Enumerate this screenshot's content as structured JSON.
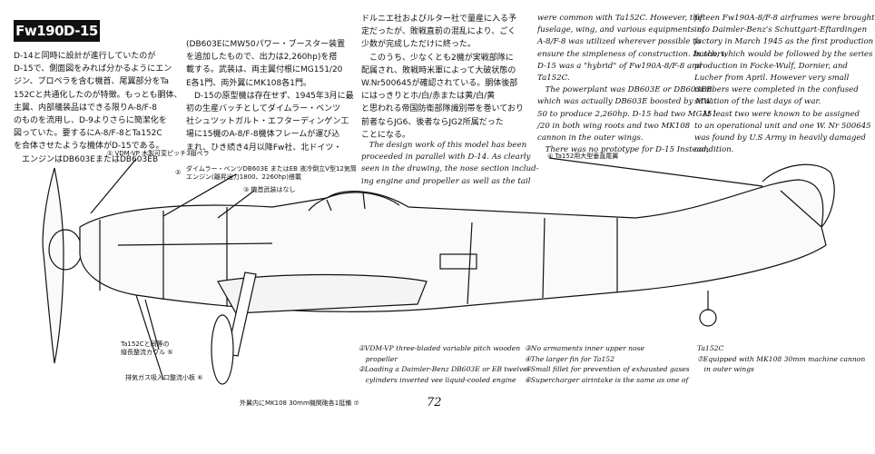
{
  "title": "Fw190D-15",
  "jp_col1": [
    "D-14と同時に設計が進行していたのが",
    "D-15で、側面図をみれば分かるようにエン",
    "ジン、プロペラを含む機首、尾翼部分をTa",
    "152Cと共通化したのが特徴。もっとも胴体、",
    "主翼、内部艤装品はできる限りA-8/F-8",
    "のものを流用し、D-9よりさらに簡潔化を",
    "図っていた。要するにA-8/F-8とTa152C",
    "を合体させたような機体がD-15である。",
    "　エンジンはDB603EまたはDB603EB"
  ],
  "jp_col2": [
    "(DB603EにMW50パワー・ブースター装置",
    "を追加したもので、出力は2,260hp)を搭",
    "載する。武装は、両主翼付根にMG151/20",
    "E各1門、両外翼にMK108各1門。",
    "　D-15の原型機は存在せず、1945年3月に最",
    "初の生産バッチとしてダイムラー・ベンツ",
    "社シュツットガルト・エフターディンゲン工",
    "場に15機のA-8/F-8機体フレームが運び込",
    "まれ、ひき続き4月以降Fw社、北ドイツ・"
  ],
  "jp_col3": [
    "ドルニエ社およびルター社で量産に入る予",
    "定だったが、敗戦直前の混乱により、ごく",
    "少数が完成しただけに終った。",
    "　このうち、少なくとも2機が実戦部隊に",
    "配属され、敗戦時米軍によって大破状態の",
    "W.Nr500645が確認されている。胴体後部",
    "にはっきりとホ/白/赤または黄/白/黄",
    "と思われる帝国防衛部隊識別帯を巻いており",
    "前者ならJG6、後者ならJG2所属だった",
    "ことになる。"
  ],
  "en_col3": [
    "　The design work of this model has been",
    "proceeded in parallel with D-14. As clearly",
    "seen in the drawing, the nose section includ-",
    "ing engine and propeller as well as the tail"
  ],
  "en_col4": [
    "were common with Ta152C. However, the",
    "fuselage, wing, and various equipments of",
    "A-8/F-8 was utilized wherever possible to",
    "ensure the simpleness of construction. In short,",
    "D-15 was a \"hybrid\" of Fw190A-8/F-8 and",
    "Ta152C.",
    "　The powerplant was DB603E or DB603EB",
    "which was actually DB603E boosted by MW",
    "50 to produce 2,260hp. D-15 had two MG151",
    "/20 in both wing roots and two MK108",
    "cannon in the outer wings.",
    "　There was no prototype for D-15 Instead,"
  ],
  "en_col5": [
    "fifteen Fw190A-8/F-8 airframes were brought",
    "into Daimler-Benz's Schuttgart-Eftardingen",
    "factory in March 1945 as the first production",
    "batch, which would be followed by the series",
    "production in Focke-Wulf, Dornier, and",
    "Lucher from April. However very small",
    "numbers were completed in the confused",
    "situation of the last days of war.",
    "　At least two were known to be assigned",
    "to an operational unit and one W. Nr 500645",
    "was found by U.S Army in heavily damaged",
    "condition."
  ],
  "callouts": {
    "c1": "① VDM-VP 木製可変ピッチ3翅ペラ",
    "c2": "ダイムラー・ベンツDB603E またはEB 液冷倒立V型12気筒\nエンジン(離昇出力1800、2260hp)搭載",
    "c3": "③ 機首武装はなし",
    "c4": "④ Ta152用大型垂直尾翼",
    "c5": "Ta152Cと同等の\n縦長整流カウル ⑤",
    "c6": "排気ガス吸入口整流小板 ⑥",
    "c7": "外翼内にMK108 30mm機関砲各1挺備 ⑦"
  },
  "legend_left": [
    "①VDM-VP three-bladed variable pitch wooden",
    "　propeller",
    "②Loading a Daimler-Benz DB603E or EB twelve-",
    "　cylinders inverted vee liquid-cooled engine"
  ],
  "legend_mid": [
    "③No armaments inner upper nose",
    "④The larger fin for Ta152",
    "⑤Small fillet for prevention of exhausted gases",
    "⑥Supercharger airintake is the same as one of"
  ],
  "legend_right": [
    "Ta152C",
    "⑦Equipped with MK108 30mm machine cannon",
    "　in outer wings"
  ],
  "page_number": "72"
}
